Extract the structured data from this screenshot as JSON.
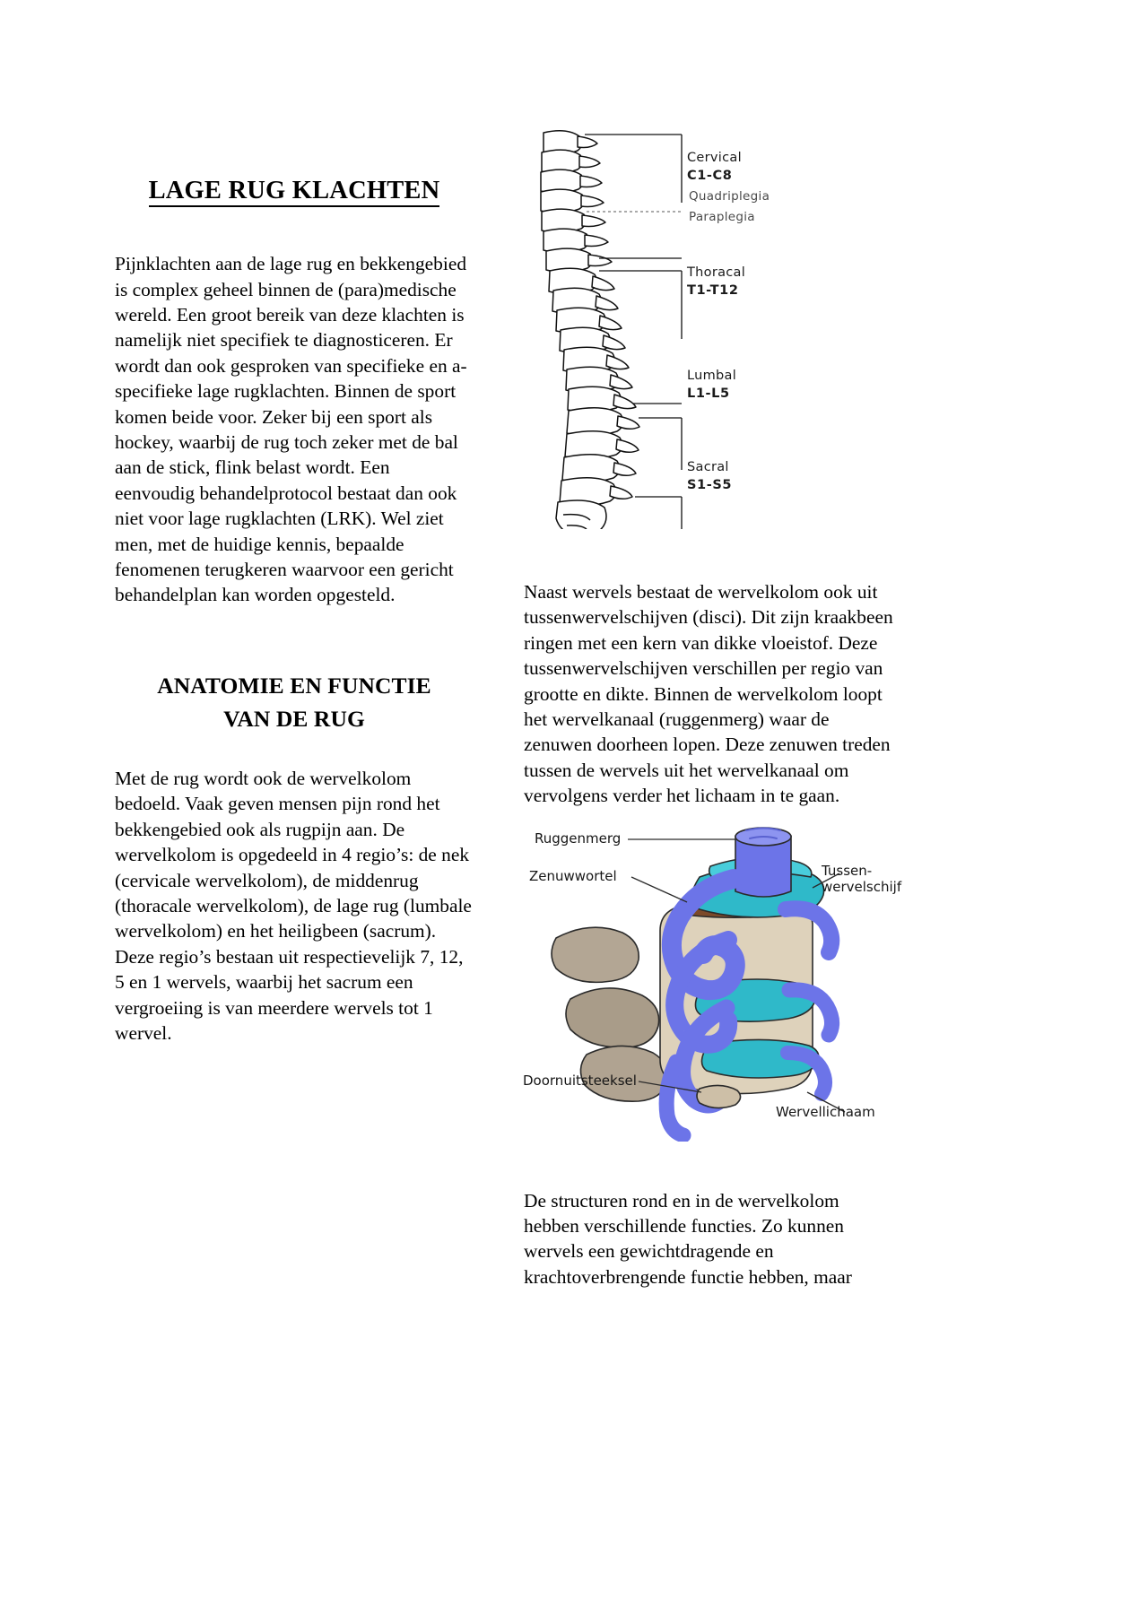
{
  "document": {
    "title": "LAGE RUG KLACHTEN",
    "section_heading_line1": "ANATOMIE EN FUNCTIE",
    "section_heading_line2": "VAN DE RUG",
    "paragraph_intro": "Pijnklachten aan de lage rug en bekkengebied is complex geheel binnen de (para)medische wereld. Een groot bereik van deze klachten is namelijk niet specifiek te diagnosticeren. Er wordt dan ook gesproken van specifieke en a-specifieke lage rugklachten. Binnen de sport komen beide voor. Zeker bij een sport als hockey, waarbij de rug toch zeker met de bal aan de stick, flink belast wordt. Een eenvoudig behandelprotocol bestaat dan ook niet voor lage rugklachten (LRK). Wel ziet men, met de huidige kennis, bepaalde fenomenen terugkeren waarvoor een gericht behandelplan kan worden opgesteld.",
    "paragraph_anatomy": "Met de rug wordt ook de wervelkolom bedoeld. Vaak geven mensen pijn rond het bekkengebied ook als rugpijn aan. De wervelkolom is opgedeeld in 4 regio’s: de nek (cervicale wervelkolom), de middenrug (thoracale wervelkolom), de lage rug (lumbale wervelkolom) en het heiligbeen (sacrum). Deze regio’s bestaan uit respectievelijk 7, 12, 5 en 1 wervels, waarbij het sacrum een vergroeiing is van meerdere wervels tot 1 wervel.",
    "paragraph_discs": "Naast wervels bestaat de wervelkolom ook uit tussenwervelschijven (disci). Dit zijn kraakbeen ringen met een kern van dikke vloeistof. Deze tussenwervelschijven verschillen per regio van grootte en dikte. Binnen de wervelkolom loopt het wervelkanaal (ruggenmerg) waar de zenuwen doorheen lopen. Deze zenuwen treden tussen de wervels uit het wervelkanaal om vervolgens verder het lichaam in te gaan.",
    "paragraph_functions": "De structuren rond en in de wervelkolom hebben verschillende functies. Zo kunnen wervels een gewichtdragende en krachtoverbrengende functie hebben, maar"
  },
  "figure_spine": {
    "name": "spinal-column-regions-diagram",
    "labels": [
      {
        "region": "Cervical",
        "code": "C1-C8"
      },
      {
        "region": "Thoracal",
        "code": "T1-T12"
      },
      {
        "region": "Lumbal",
        "code": "L1-L5"
      },
      {
        "region": "Sacral",
        "code": "S1-S5"
      }
    ],
    "cervical_region": "Cervical",
    "cervical_code": "C1-C8",
    "quadriplegia": "Quadriplegia",
    "paraplegia": "Paraplegia",
    "thoracal_region": "Thoracal",
    "thoracal_code": "T1-T12",
    "lumbal_region": "Lumbal",
    "lumbal_code": "L1-L5",
    "sacral_region": "Sacral",
    "sacral_code": "S1-S5"
  },
  "figure_vertebra": {
    "name": "lumbar-vertebra-anatomy-diagram",
    "label_spinal_cord": "Ruggenmerg",
    "label_nerve_root": "Zenuwwortel",
    "label_disc_line1": "Tussen-",
    "label_disc_line2": "wervelschijf",
    "label_spinous_process": "Doornuitsteeksel",
    "label_vertebral_body": "Wervellichaam"
  },
  "colors": {
    "page_background": "#ffffff",
    "text": "#000000",
    "nerve_blue": "#6c74e8",
    "nerve_blue_dark": "#4d55cf",
    "disc_cyan": "#2fb9c9",
    "disc_cyan_light": "#49cddb",
    "bone_tan": "#ded2bb",
    "bone_tan_dark": "#a79a85",
    "process_gray": "#a39785",
    "endplate_brown": "#7c4a2a"
  }
}
